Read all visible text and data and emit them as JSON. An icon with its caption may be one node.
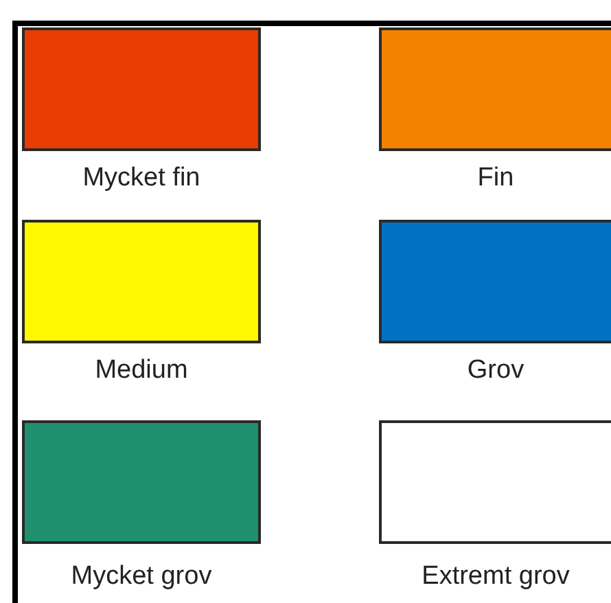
{
  "diagram": {
    "legend": [
      {
        "text": "Mycket fin",
        "color": "#e83c00"
      },
      {
        "text": "Fin",
        "color": "#f28200"
      },
      {
        "text": "Medium",
        "color": "#fff800"
      },
      {
        "text": "Grov",
        "color": "#0072c4"
      },
      {
        "text": "Mycket grov",
        "color": "#1f8f6e"
      },
      {
        "text": "Extremt grov",
        "color": "#ffffff"
      }
    ]
  }
}
